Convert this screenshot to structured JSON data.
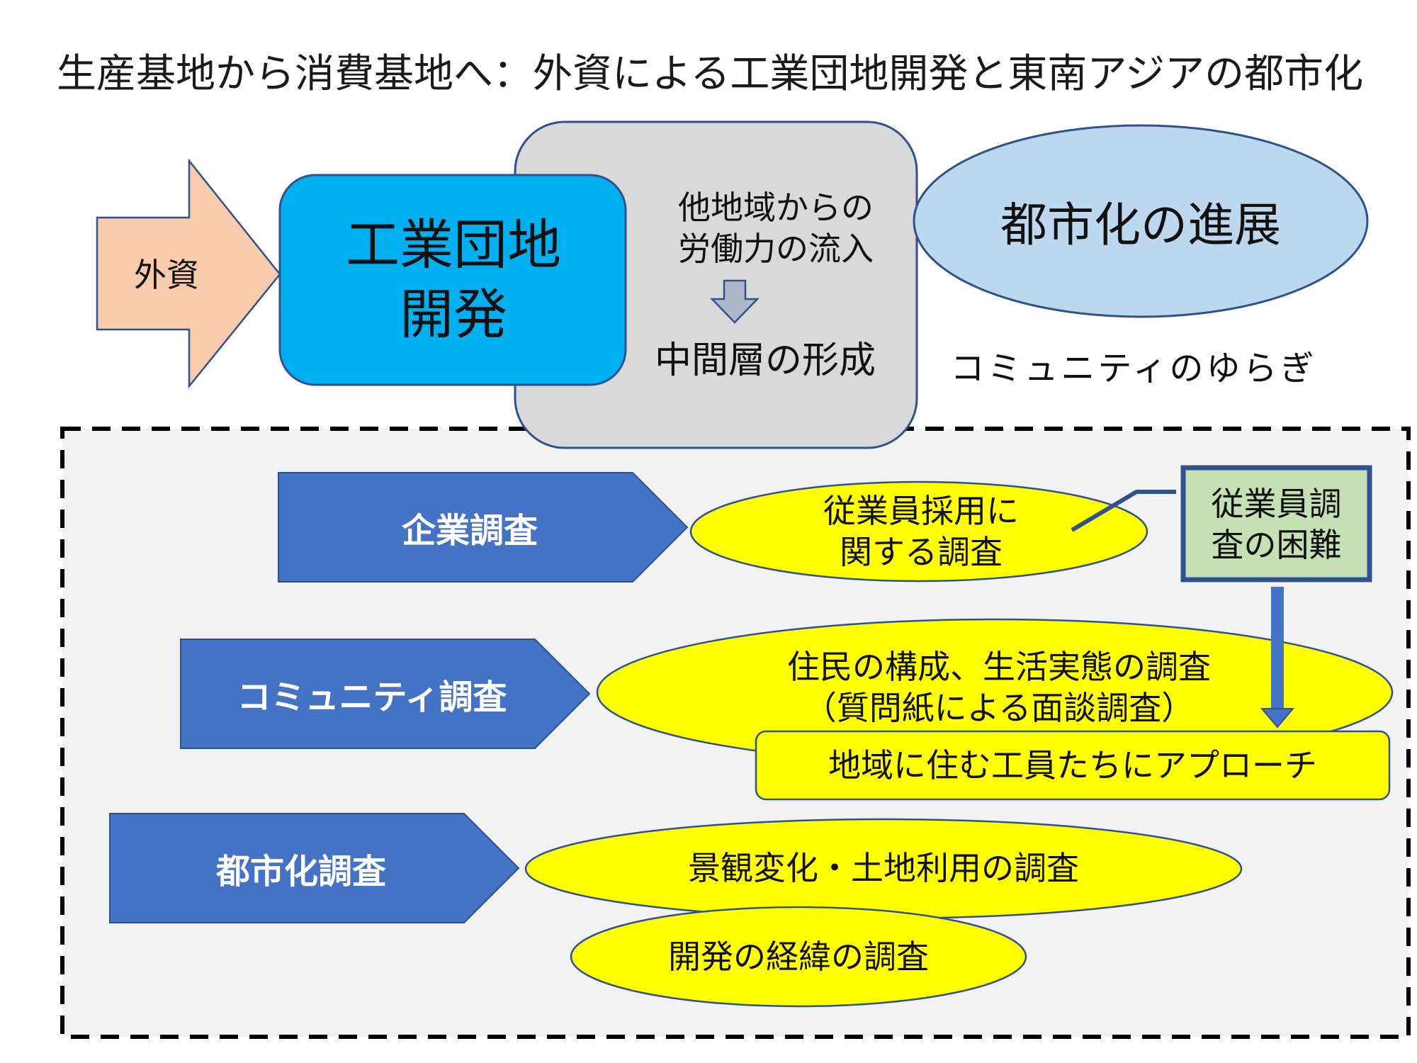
{
  "title": "生産基地から消費基地へ：外資による工業団地開発と東南アジアの都市化",
  "top": {
    "gaishi": "外資",
    "industrial_park": [
      "工業団地",
      "開発"
    ],
    "inflow": [
      "他地域からの",
      "労働力の流入"
    ],
    "middle_class": "中間層の形成",
    "urbanization": "都市化の進展",
    "community_fluctuation": "コミュニティのゆらぎ"
  },
  "surveys": {
    "company": {
      "label": "企業調査",
      "detail": [
        "従業員採用に",
        "関する調査"
      ],
      "difficulty": [
        "従業員調",
        "査の困難"
      ]
    },
    "community": {
      "label": "コミュニティ調査",
      "detail": [
        "住民の構成、生活実態の調査",
        "（質問紙による面談調査）"
      ],
      "approach": "地域に住む工員たちにアプローチ"
    },
    "urbanization": {
      "label": "都市化調査",
      "detail1": "景観変化・土地利用の調査",
      "detail2": "開発の経緯の調査"
    }
  },
  "colors": {
    "gaishi_arrow": "#f8cbad",
    "industrial_park": "#00b0f0",
    "gray_box": "#d9d9d9",
    "urban_oval": "#bdd7ee",
    "chevron": "#4472c4",
    "yellow_oval": "#ffff00",
    "green_box": "#c5e0b4",
    "panel": "#f2f2f2"
  }
}
